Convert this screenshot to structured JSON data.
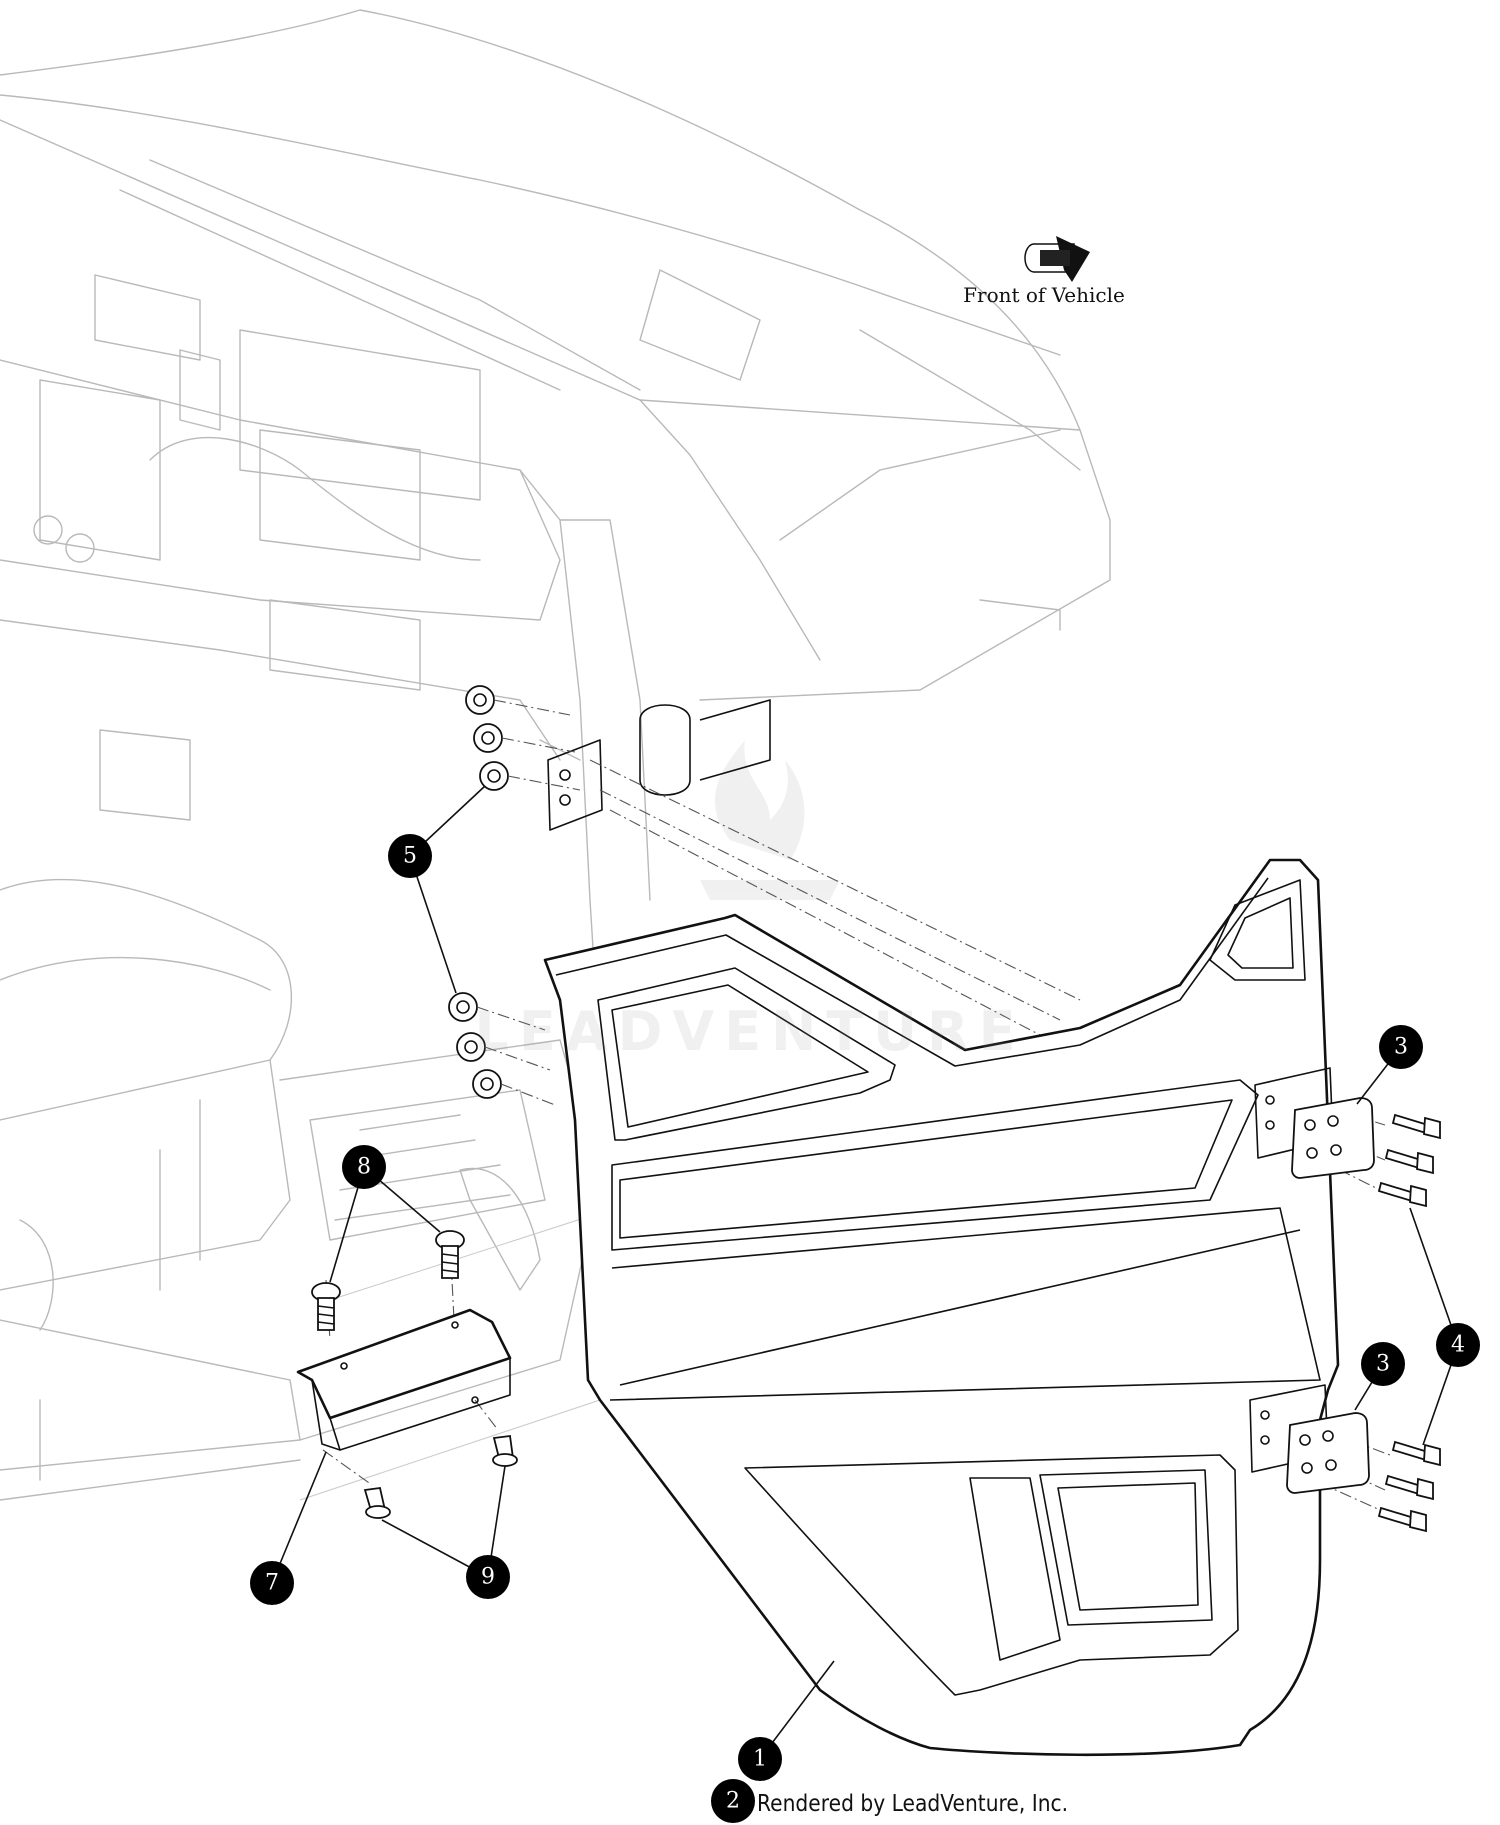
{
  "orientation": {
    "label": "Front of Vehicle",
    "icon": "direction-arrow-icon"
  },
  "callouts": [
    {
      "id": "1",
      "label": "1"
    },
    {
      "id": "2",
      "label": "2"
    },
    {
      "id": "3a",
      "label": "3"
    },
    {
      "id": "3b",
      "label": "3"
    },
    {
      "id": "4",
      "label": "4"
    },
    {
      "id": "5",
      "label": "5"
    },
    {
      "id": "7",
      "label": "7"
    },
    {
      "id": "8",
      "label": "8"
    },
    {
      "id": "9",
      "label": "9"
    }
  ],
  "watermark": {
    "text": "LEADVENTURE"
  },
  "credit": {
    "text": "Rendered by LeadVenture, Inc."
  },
  "colors": {
    "ink": "#111111",
    "ghost": "#b9b9b9",
    "callout": "#000000"
  }
}
